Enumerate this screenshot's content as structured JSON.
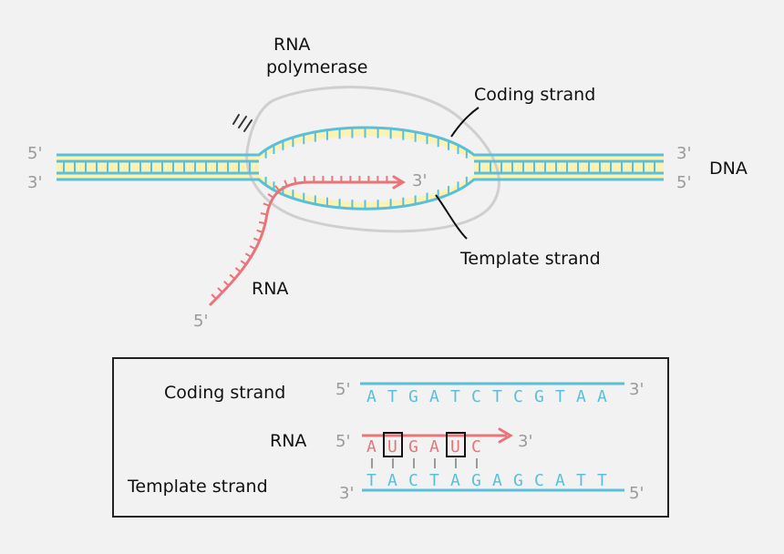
{
  "colors": {
    "background": "#f2f2f2",
    "dna_strand": "#5bbfd9",
    "dna_fill": "#fbf3b5",
    "rna": "#e8757a",
    "label": "#111111",
    "prime": "#9a9a9a",
    "polymerase_outline": "#cfcfcf",
    "box_border": "#222222"
  },
  "diagram": {
    "polymerase_label_line1": "RNA",
    "polymerase_label_line2": "polymerase",
    "coding_strand_label": "Coding strand",
    "template_strand_label": "Template strand",
    "dna_label": "DNA",
    "rna_label": "RNA",
    "ends": {
      "left_top": "5'",
      "left_bottom": "3'",
      "right_top": "3'",
      "right_bottom": "5'",
      "rna_head": "3'",
      "rna_tail": "5'"
    }
  },
  "legend": {
    "coding": {
      "label": "Coding strand",
      "start": "5'",
      "end": "3'",
      "bases": [
        "A",
        "T",
        "G",
        "A",
        "T",
        "C",
        "T",
        "C",
        "G",
        "T",
        "A",
        "A"
      ]
    },
    "rna": {
      "label": "RNA",
      "start": "5'",
      "end": "3'",
      "bases": [
        "A",
        "U",
        "G",
        "A",
        "U",
        "C"
      ],
      "boxed_indices": [
        1,
        4
      ]
    },
    "template": {
      "label": "Template strand",
      "start": "3'",
      "end": "5'",
      "bases": [
        "T",
        "A",
        "C",
        "T",
        "A",
        "G",
        "A",
        "G",
        "C",
        "A",
        "T",
        "T"
      ]
    }
  }
}
